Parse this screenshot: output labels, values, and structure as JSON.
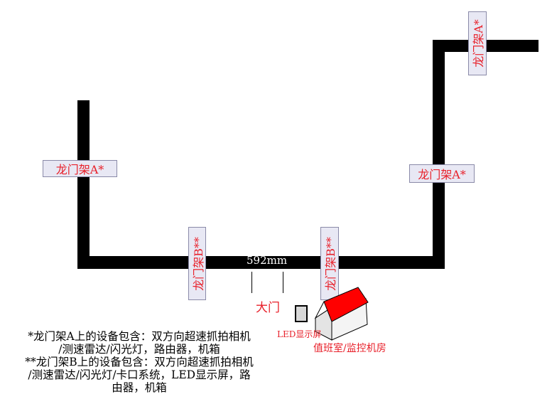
{
  "gantry_a_label": "龙门架A*",
  "gantry_b_label": "龙门架B**",
  "dimension_text": "592mm",
  "gate_label": "大门",
  "led_label": "LED显示屏",
  "room_label": "值班室/监控机房",
  "notes": [
    "*龙门架A上的设备包含：双方向超速抓拍相机",
    "/测速雷达/闪光灯，路由器，机箱",
    "**龙门架B上的设备包含：双方向超速抓拍相机",
    "/测速雷达/闪光灯/卡口系统，LED显示屏，路",
    "由器，机箱"
  ],
  "colors": {
    "road": "#000000",
    "label": "#e8202a",
    "gantry_fill": "#e8e8f4",
    "roof": "#ff0000"
  }
}
